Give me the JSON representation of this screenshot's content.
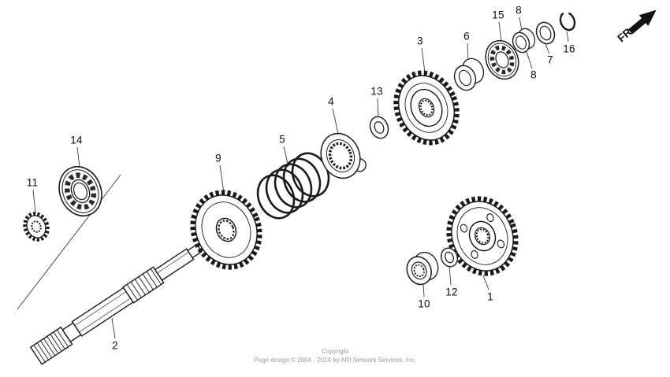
{
  "diagram": {
    "fr_label": "FR.",
    "callouts": [
      {
        "id": "1",
        "label": "1"
      },
      {
        "id": "2",
        "label": "2"
      },
      {
        "id": "3",
        "label": "3"
      },
      {
        "id": "4",
        "label": "4"
      },
      {
        "id": "5",
        "label": "5"
      },
      {
        "id": "6",
        "label": "6"
      },
      {
        "id": "7",
        "label": "7"
      },
      {
        "id": "8a",
        "label": "8"
      },
      {
        "id": "8b",
        "label": "8"
      },
      {
        "id": "9",
        "label": "9"
      },
      {
        "id": "10",
        "label": "10"
      },
      {
        "id": "11",
        "label": "11"
      },
      {
        "id": "12",
        "label": "12"
      },
      {
        "id": "13",
        "label": "13"
      },
      {
        "id": "14",
        "label": "14"
      },
      {
        "id": "15",
        "label": "15"
      },
      {
        "id": "16",
        "label": "16"
      }
    ],
    "footer": {
      "line1": "Copyright",
      "line2": "Page design © 2004 - 2014 by ARI Network Services, Inc."
    }
  }
}
